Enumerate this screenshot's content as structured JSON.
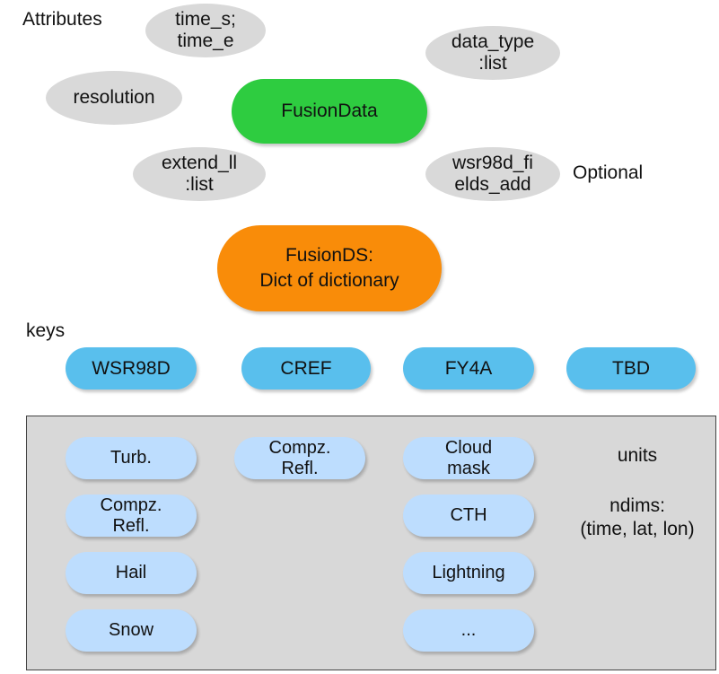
{
  "attributes_label": "Attributes",
  "optional_label": "Optional",
  "keys_label": "keys",
  "attribute_ellipses": {
    "time": "time_s;\ntime_e",
    "data_type": "data_type\n:list",
    "resolution": "resolution",
    "extend_ll": "extend_ll\n:list",
    "wsr98d_fields_add": "wsr98d_fi\nelds_add"
  },
  "fusion_data": "FusionData",
  "fusion_ds": "FusionDS:\nDict of dictionary",
  "keys": [
    "WSR98D",
    "CREF",
    "FY4A",
    "TBD"
  ],
  "fields": {
    "wsr98d": [
      "Turb.",
      "Compz.\nRefl.",
      "Hail",
      "Snow"
    ],
    "cref": [
      "Compz.\nRefl."
    ],
    "fy4a": [
      "Cloud\nmask",
      "CTH",
      "Lightning",
      "..."
    ]
  },
  "field_attributes": {
    "units": "units",
    "ndims": "ndims:\n(time, lat, lon)"
  },
  "colors": {
    "fusion_data": "#2ecc40",
    "fusion_ds": "#f98c09",
    "keys": "#59bfed",
    "fields": "#bdddfe",
    "ellipse": "#d9d9d9",
    "panel": "#d8d8d8"
  }
}
